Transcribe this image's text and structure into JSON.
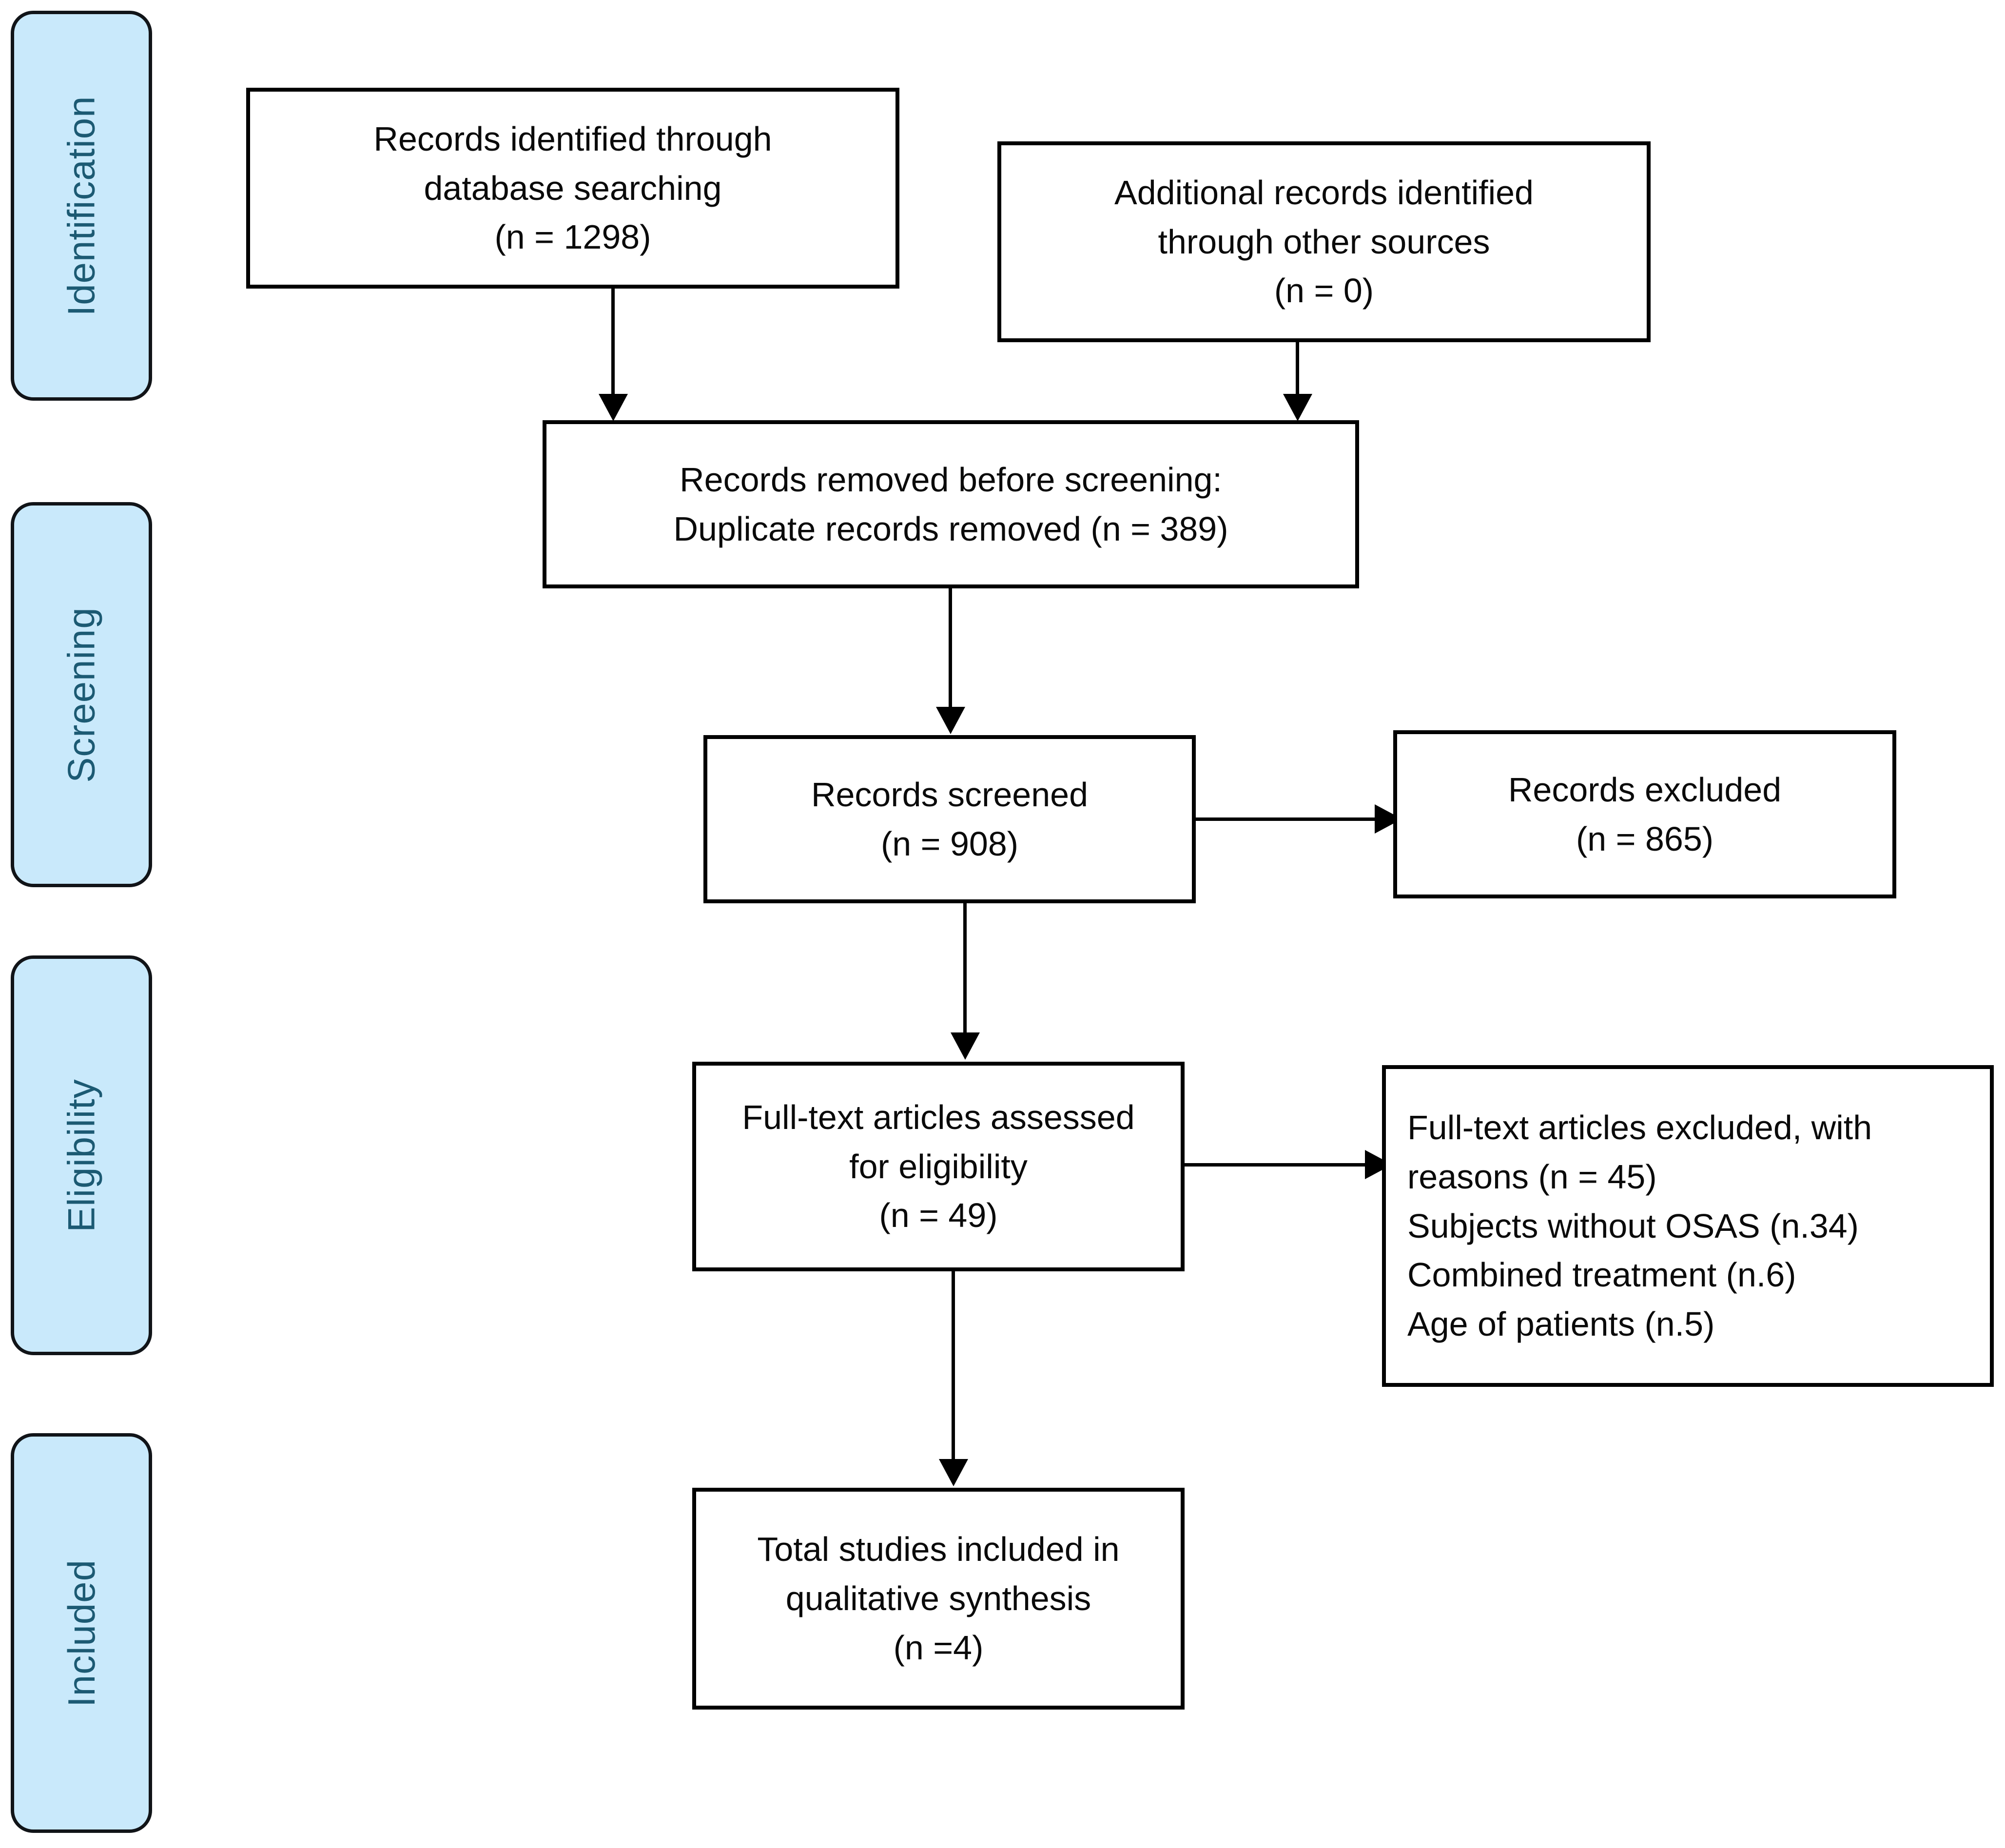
{
  "diagram": {
    "title": "PRISMA flow diagram",
    "type": "flowchart",
    "colors": {
      "stage_fill": "#C9E9FB",
      "stage_border": "#111418",
      "stage_text": "#1C5A73",
      "node_fill": "#FFFFFF",
      "node_border": "#000000",
      "node_text": "#0A0A0A",
      "connector": "#000000",
      "background": "#FFFFFF"
    }
  },
  "stages": [
    {
      "id": "identification",
      "label": "Identification"
    },
    {
      "id": "screening",
      "label": "Screening"
    },
    {
      "id": "eligibility",
      "label": "Eligibility"
    },
    {
      "id": "included",
      "label": "Included"
    }
  ],
  "nodes": {
    "db_search": {
      "id": "records-identified-database",
      "lines": [
        "Records identified through",
        "database searching",
        "(n = 1298)"
      ],
      "count": 1298
    },
    "other_sources": {
      "id": "additional-records-other-sources",
      "lines": [
        "Additional records identified",
        "through other sources",
        "(n = 0)"
      ],
      "count": 0
    },
    "removed": {
      "id": "records-removed-before-screening",
      "lines": [
        "Records removed before screening:",
        "Duplicate records removed (n = 389)"
      ],
      "count": 389
    },
    "screened": {
      "id": "records-screened",
      "lines": [
        "Records screened",
        "(n = 908)"
      ],
      "count": 908
    },
    "excluded": {
      "id": "records-excluded",
      "lines": [
        "Records excluded",
        "(n = 865)"
      ],
      "count": 865
    },
    "fulltext": {
      "id": "fulltext-assessed",
      "lines": [
        "Full-text articles assessed",
        "for eligibility",
        "(n = 49)"
      ],
      "count": 49
    },
    "fulltext_excluded": {
      "id": "fulltext-excluded-with-reasons",
      "lines": [
        "Full-text articles excluded, with",
        "reasons (n = 45)",
        "Subjects without OSAS (n.34)",
        "Combined treatment (n.6)",
        "Age of patients (n.5)"
      ],
      "count": 45,
      "reasons": [
        {
          "label": "Subjects without OSAS",
          "count": 34
        },
        {
          "label": "Combined treatment",
          "count": 6
        },
        {
          "label": "Age of patients",
          "count": 5
        }
      ]
    },
    "included_total": {
      "id": "total-studies-included",
      "lines": [
        "Total studies included in",
        "qualitative synthesis",
        "(n =4)"
      ],
      "count": 4
    }
  }
}
